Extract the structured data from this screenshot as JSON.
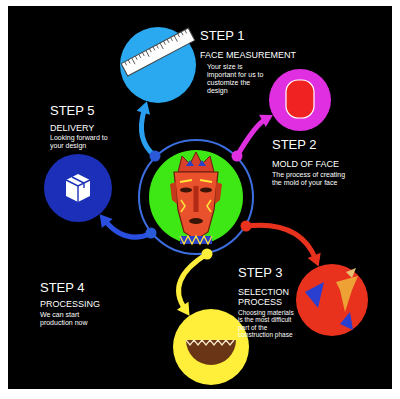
{
  "diagram": {
    "nodes": [
      {
        "text": []
      },
      {
        "text": [
          "STEP 1",
          "FACE MEASUREMENT",
          "Your size is important for us to customize the design"
        ]
      },
      {
        "text": [
          "STEP 2",
          "MOLD OF FACE",
          "The process of creating the mold of your face"
        ]
      },
      {
        "text": [
          "STEP 3",
          "SELECTION PROCESS",
          "Choosing materials is the most difficult part of the construction phase"
        ]
      },
      {
        "text": [
          "STEP 4",
          "PROCESSING",
          "We can start production now"
        ]
      },
      {
        "text": [
          "STEP 5",
          "DELIVERY",
          "Looking forward to your design"
        ]
      }
    ],
    "edges": [
      {
        "from": 0,
        "to": 1,
        "arrow": "to"
      },
      {
        "from": 0,
        "to": 2,
        "arrow": "to"
      },
      {
        "from": 0,
        "to": 3,
        "arrow": "to"
      },
      {
        "from": 0,
        "to": 4,
        "arrow": "to"
      },
      {
        "from": 0,
        "to": 5,
        "arrow": "to"
      }
    ]
  }
}
